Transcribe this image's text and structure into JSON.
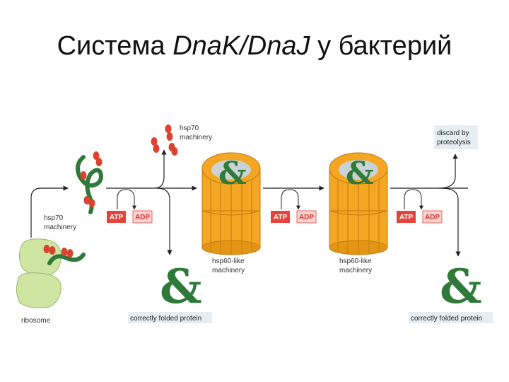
{
  "title": {
    "prefix": "Система ",
    "italic": "DnaK/DnaJ",
    "suffix": " у бактерий"
  },
  "labels": {
    "hsp70_top_line1": "hsp70",
    "hsp70_top_line2": "machinery",
    "hsp70_left_line1": "hsp70",
    "hsp70_left_line2": "machinery",
    "ribosome": "ribosome",
    "hsp60_1_line1": "hsp60-like",
    "hsp60_1_line2": "machinery",
    "hsp60_2_line1": "hsp60-like",
    "hsp60_2_line2": "machinery",
    "discard_line1": "discard by",
    "discard_line2": "proteolysis",
    "folded_1": "correctly folded protein",
    "folded_2": "correctly folded protein",
    "atp_1": "ATP",
    "adp_1": "ADP",
    "atp_2": "ATP",
    "adp_2": "ADP",
    "atp_3": "ATP",
    "adp_3": "ADP"
  },
  "colors": {
    "protein": "#2f7a3a",
    "hsp70": "#d9432f",
    "chaperonin": "#f5a623",
    "chaperonin_dark": "#d98a12",
    "ribosome": "#cfe6a3",
    "atp_box": "#e5433a",
    "adp_box": "#f6d4d2",
    "label_box": "#e6eef3"
  }
}
